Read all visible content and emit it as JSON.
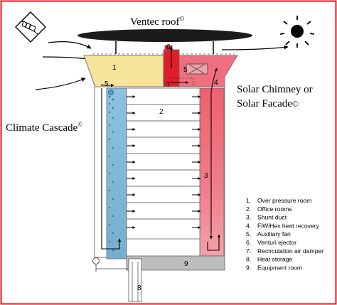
{
  "labels": {
    "ventec_roof": "Ventec roof",
    "ventec_mark": "©",
    "solar_chimney_line1": "Solar Chimney or",
    "solar_chimney_line2": "Solar Facade",
    "solar_mark": "©",
    "climate_cascade": "Climate Cascade",
    "climate_mark": "©"
  },
  "zones": {
    "z1": "1",
    "z2": "2",
    "z3": "3",
    "z4": "4",
    "z5a": "5",
    "z5b": "5",
    "z6": "6",
    "z7": "7",
    "z8": "8",
    "z9": "9"
  },
  "legend": [
    {
      "num": "1.",
      "text": "Over pressure room"
    },
    {
      "num": "2.",
      "text": "Office rooms"
    },
    {
      "num": "3.",
      "text": "Shunt duct"
    },
    {
      "num": "4.",
      "text": "FiWiHex heat recovery"
    },
    {
      "num": "5.",
      "text": "Auxiliary fan"
    },
    {
      "num": "6.",
      "text": "Venturi ejector"
    },
    {
      "num": "7.",
      "text": "Recirculation air damper"
    },
    {
      "num": "8.",
      "text": "Heat storage"
    },
    {
      "num": "9.",
      "text": "Equipment room"
    }
  ],
  "icons": [
    "windsock-icon",
    "sun-icon"
  ],
  "colors": {
    "border": "#e8101a",
    "over_pressure": "#f7e39a",
    "cascade": "#7fb8d8",
    "chimney": "#ef6f7e",
    "venturi_red": "#e01e2a",
    "equipment": "#bdbdbd",
    "roof": "#1b1b1b"
  }
}
